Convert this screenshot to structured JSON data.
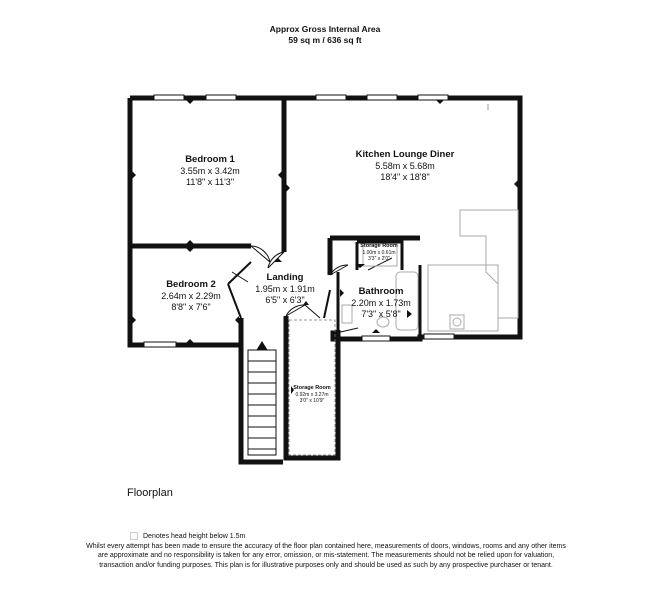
{
  "header": {
    "line1": "Approx Gross Internal Area",
    "line2": "59 sq m / 636 sq ft"
  },
  "rooms": {
    "bedroom1": {
      "name": "Bedroom 1",
      "metric": "3.55m x 3.42m",
      "imperial": "11'8\" x 11'3\""
    },
    "kitchen": {
      "name": "Kitchen Lounge Diner",
      "metric": "5.58m x 5.68m",
      "imperial": "18'4\" x 18'8\""
    },
    "bedroom2": {
      "name": "Bedroom 2",
      "metric": "2.64m x 2.29m",
      "imperial": "8'8\" x 7'6\""
    },
    "landing": {
      "name": "Landing",
      "metric": "1.95m x 1.91m",
      "imperial": "6'5\" x 6'3\""
    },
    "bathroom": {
      "name": "Bathroom",
      "metric": "2.20m x 1.73m",
      "imperial": "7'3\" x 5'8\""
    },
    "storage_small": {
      "name": "Storage Room",
      "metric": "1.00m x 0.61m",
      "imperial": "3'3\" x 2'0\""
    },
    "storage_room": {
      "name": "Storage Room",
      "metric": "0.92m x 3.27m",
      "imperial": "3'0\" x 10'9\""
    }
  },
  "footer": {
    "floorplan_label": "Floorplan",
    "legend_text": "Denotes head height below 1.5m",
    "disclaimer": "Whilst every attempt has been made to ensure the accuracy of the floor plan contained here, measurements of doors, windows, rooms and any other items are approximate and no responsibility is taken for any error, omission, or mis-statement. The measurements should not be relied upon for valuation, transaction and/or funding purposes. This plan is for illustrative purposes only and should be used as such by any prospective purchaser or tenant."
  }
}
